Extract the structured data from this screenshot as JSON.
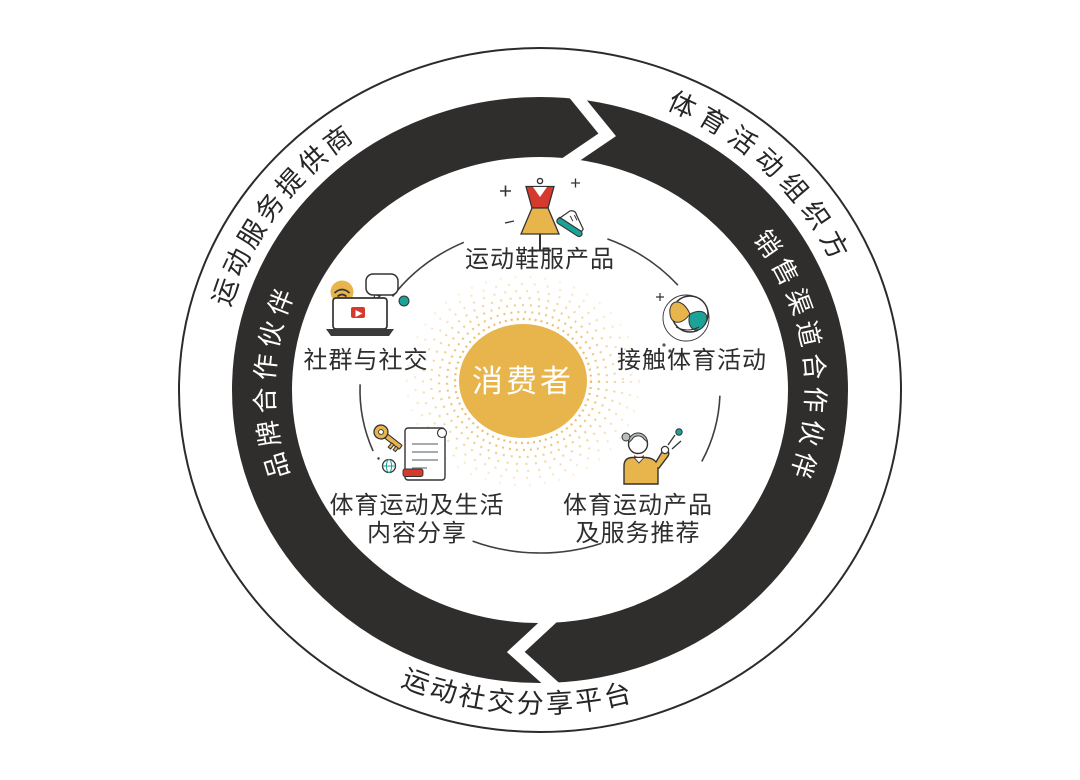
{
  "diagram": {
    "center": {
      "label": "消费者"
    },
    "outer": {
      "provider": "运动服务提供商",
      "organizer": "体育活动组织方",
      "platform": "运动社交分享平台"
    },
    "ring": {
      "brand": "品牌合作伙伴",
      "sales": "销售渠道合作伙伴"
    },
    "items": {
      "apparel": {
        "label": "运动鞋服产品",
        "icon": "dress-sneaker-icon"
      },
      "activity": {
        "label": "接触体育活动",
        "icon": "volleyball-icon"
      },
      "recommend": {
        "line1": "体育运动产品",
        "line2": "及服务推荐",
        "icon": "guide-person-icon"
      },
      "share": {
        "line1": "体育运动及生活",
        "line2": "内容分享",
        "icon": "key-scroll-icon"
      },
      "social": {
        "label": "社群与社交",
        "icon": "laptop-chat-icon"
      }
    },
    "colors": {
      "accent_yellow": "#E8B44C",
      "dark_ring": "#302D2D",
      "teal": "#1AA396",
      "red": "#D63A2E",
      "line": "#2B2B2B"
    },
    "flow_direction": "clockwise"
  }
}
